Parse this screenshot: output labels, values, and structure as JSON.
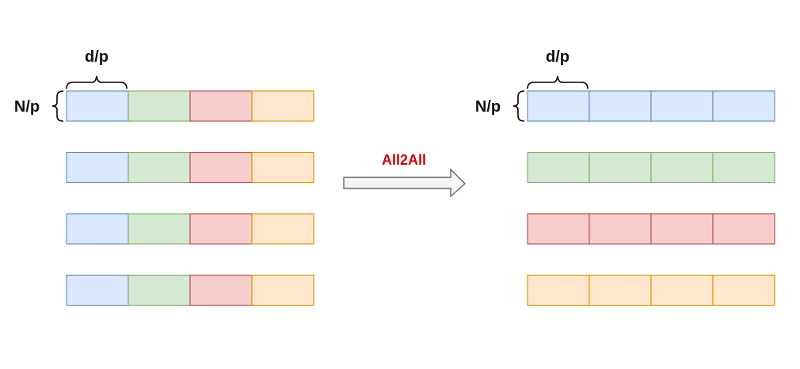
{
  "labels": {
    "left_width": "d/p",
    "left_height": "N/p",
    "right_width": "d/p",
    "right_height": "N/p",
    "arrow": "All2All"
  },
  "colors": {
    "blue": {
      "fill": "#dae8fc",
      "stroke": "#6c8ebf"
    },
    "green": {
      "fill": "#d5e8d4",
      "stroke": "#82b366"
    },
    "red": {
      "fill": "#f8cecc",
      "stroke": "#b85450"
    },
    "orange": {
      "fill": "#ffe6cc",
      "stroke": "#d79b00"
    },
    "arrow_fill": "#f5f5f5",
    "arrow_stroke": "#666666",
    "arrow_label": "#cc0000",
    "bracket": "#000000"
  },
  "left_matrix": [
    [
      "blue",
      "green",
      "red",
      "orange"
    ],
    [
      "blue",
      "green",
      "red",
      "orange"
    ],
    [
      "blue",
      "green",
      "red",
      "orange"
    ],
    [
      "blue",
      "green",
      "red",
      "orange"
    ]
  ],
  "right_matrix": [
    [
      "blue",
      "blue",
      "blue",
      "blue"
    ],
    [
      "green",
      "green",
      "green",
      "green"
    ],
    [
      "red",
      "red",
      "red",
      "red"
    ],
    [
      "orange",
      "orange",
      "orange",
      "orange"
    ]
  ]
}
